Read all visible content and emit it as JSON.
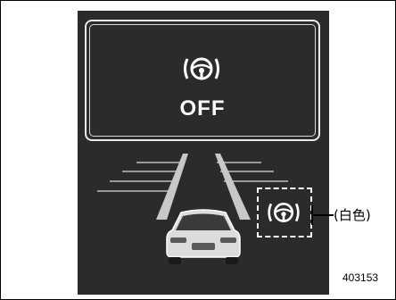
{
  "display": {
    "message_icon": "steering-assist-icon",
    "message_text": "OFF",
    "indicator_icon": "steering-assist-icon",
    "indicator_color": "#ffffff"
  },
  "callout": {
    "text": "(白色)"
  },
  "figure_id": "403153"
}
